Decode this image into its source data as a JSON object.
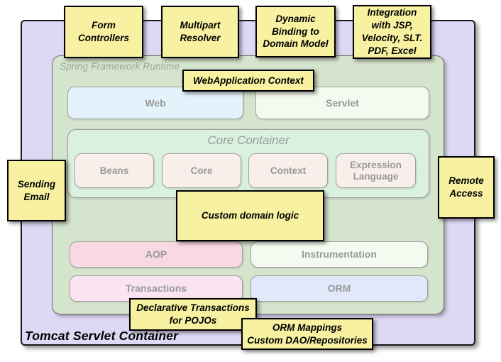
{
  "colors": {
    "canvas-bg": "#ffffff",
    "callout-yellow": "#f7f1a1",
    "container-purple": "#ddd9f4",
    "runtime-green": "#d5e4cc",
    "core-mint": "#d9f1de",
    "web-blue": "#e4f2fb",
    "servlet-pale": "#f4faef",
    "core-box-pink": "#f8efea",
    "aop-pink": "#f8d8e2",
    "instrumentation-pale": "#f4faef",
    "transactions-pink": "#fae4ef",
    "orm-blue": "#e0e8fa",
    "module-border": "#a0a0a0",
    "module-text": "#999999",
    "runtime-label-text": "#9aa79a"
  },
  "containers": {
    "tomcat": {
      "label": "Tomcat Servlet Container"
    },
    "runtime": {
      "label": "Spring Framework Runtime"
    },
    "core": {
      "title": "Core Container"
    }
  },
  "modules": {
    "web": "Web",
    "servlet": "Servlet",
    "beans": "Beans",
    "core": "Core",
    "context": "Context",
    "expression_language": "Expression Language",
    "aop": "AOP",
    "instrumentation": "Instrumentation",
    "transactions": "Transactions",
    "orm": "ORM"
  },
  "callouts": {
    "form_controllers": "Form\nControllers",
    "multipart_resolver": "Multipart\nResolver",
    "dynamic_binding": "Dynamic\nBinding to\nDomain Model",
    "integration": "Integration\nwith JSP,\nVelocity, SLT.\nPDF, Excel",
    "webapplication_context": "WebApplication Context",
    "custom_domain_logic": "Custom domain logic",
    "sending_email": "Sending\nEmail",
    "remote_access": "Remote\nAccess",
    "declarative_transactions": "Declarative Transactions\nfor POJOs",
    "orm_mappings": "ORM Mappings\nCustom DAO/Repositories"
  }
}
